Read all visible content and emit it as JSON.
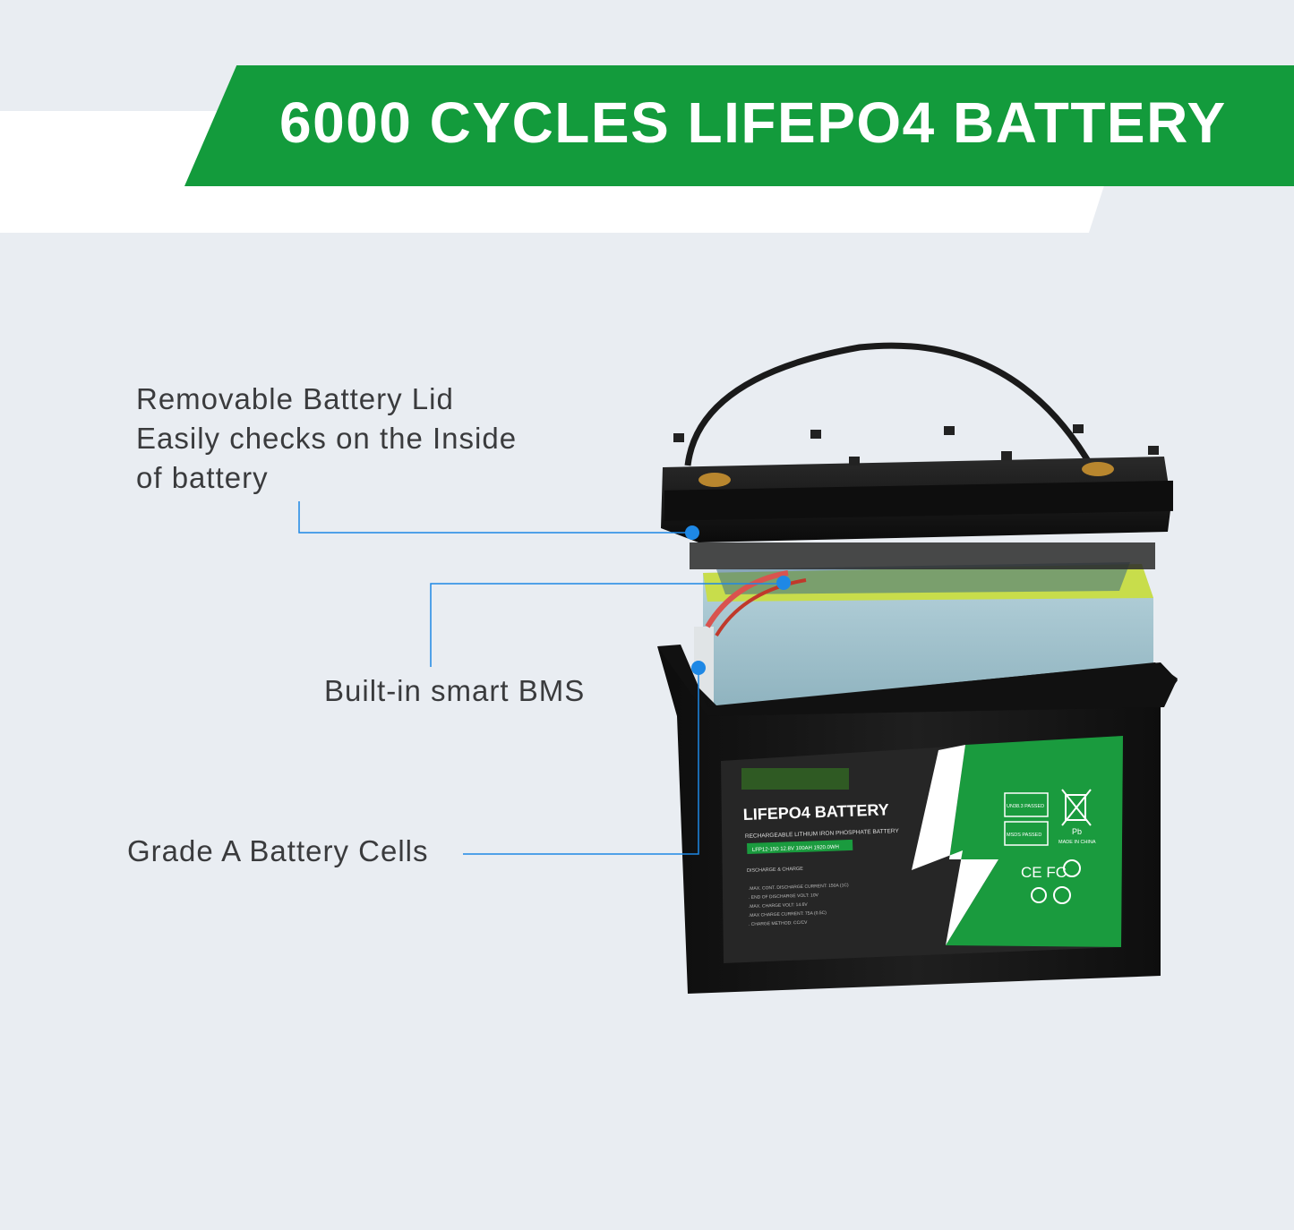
{
  "banner": {
    "title": "6000 CYCLES LIFEPO4 BATTERY"
  },
  "callouts": {
    "lid": {
      "line1": "Removable Battery Lid",
      "line2": "Easily checks on the Inside",
      "line3": "of battery"
    },
    "bms": {
      "label": "Built-in smart BMS"
    },
    "cells": {
      "label": "Grade A Battery Cells"
    }
  },
  "battery_label": {
    "brand": "LIFEPO4 BATTERY",
    "subtitle": "RECHARGEABLE LITHIUM IRON PHOSPHATE BATTERY",
    "model": "LFP12-150 12.8V 100AH 1920.0WH",
    "spec_heading": "DISCHARGE & CHARGE",
    "specs": [
      ".MAX. CONT. DISCHARGE CURRENT: 150A (1C)",
      ". END OF DISCHARGE VOLT: 10V",
      ".MAX. CHARGE VOLT: 14.6V",
      ".MAX CHARGE CURRENT: 75A (0.5C)",
      ". CHARGE METHOD: CC/CV"
    ],
    "cert_un": "UN38.3 PASSED",
    "cert_msds": "MSDS PASSED",
    "pb": "Pb",
    "made_in": "MADE IN CHINA",
    "ce_fc": "CE FC"
  },
  "colors": {
    "banner_green": "#139b3c",
    "callout_blue": "#1e88e5",
    "label_green": "#1a9b3e",
    "case_black": "#1a1a1a"
  }
}
